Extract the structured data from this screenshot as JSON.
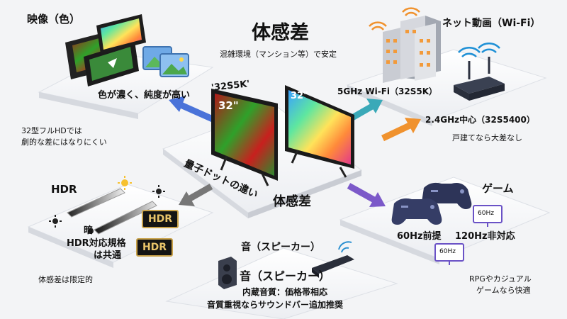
{
  "title": "体感差",
  "center_label_1": "量子ドットの違い",
  "center_label_2": "体感差",
  "tv_left_model": "'32S5K'",
  "tv_left_size": "32\"",
  "tv_right_size": "32\"",
  "video": {
    "heading": "映像（色）",
    "caption": "色が濃く、純度が高い",
    "note_line1": "32型フルHDでは",
    "note_line2": "劇的な差にはなりにくい"
  },
  "network": {
    "heading": "ネット動画（Wi-Fi）",
    "stable_note": "混雑環境（マンション等）で安定",
    "wifi_5g": "5GHz Wi-Fi（32S5K）",
    "wifi_24g": "2.4GHz中心（32S5400）",
    "house_note": "戸建てなら大差なし"
  },
  "hdr": {
    "heading": "HDR",
    "dark": "暗",
    "spec_line1": "HDR対応規格",
    "spec_line2": "は共通",
    "badge": "HDR",
    "note": "体感差は限定的"
  },
  "game": {
    "heading": "ゲーム",
    "hz_60_badge": "60Hz",
    "hz_60_badge_2": "60Hz",
    "premise": "60Hz前提",
    "no120": "120Hz非対応",
    "note_line1": "RPGやカジュアル",
    "note_line2": "ゲームなら快適"
  },
  "audio": {
    "heading_top": "音（スピーカー）",
    "heading": "音（スピーカー）",
    "line1": "内蔵音質：価格帯相応",
    "line2": "音質重視ならサウンドバー追加推奨"
  },
  "colors": {
    "arrow_blue": "#4a73d9",
    "arrow_teal": "#3aa9b8",
    "arrow_orange": "#f0922e",
    "arrow_purple": "#7c59c9",
    "arrow_gray": "#777777"
  },
  "icons": [
    "film-strip-icon",
    "photo-icon",
    "building-icon",
    "router-icon",
    "wifi-icon",
    "sun-icon",
    "gamepad-icon",
    "monitor-icon",
    "speaker-icon",
    "soundbar-icon"
  ]
}
